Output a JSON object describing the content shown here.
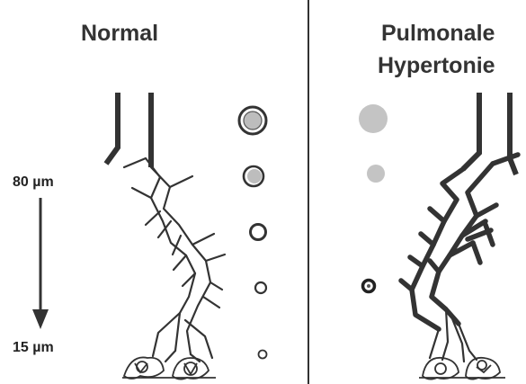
{
  "panels": {
    "normal": {
      "title": "Normal"
    },
    "hypertension": {
      "title_line1": "Pulmonale",
      "title_line2": "Hypertonie"
    }
  },
  "scale": {
    "top_label": "80 µm",
    "bottom_label": "15 µm"
  },
  "colors": {
    "ink": "#333333",
    "vessel_fill_gray": "#bdbdbd",
    "faded_gray": "#c4c4c4",
    "background": "#ffffff"
  }
}
